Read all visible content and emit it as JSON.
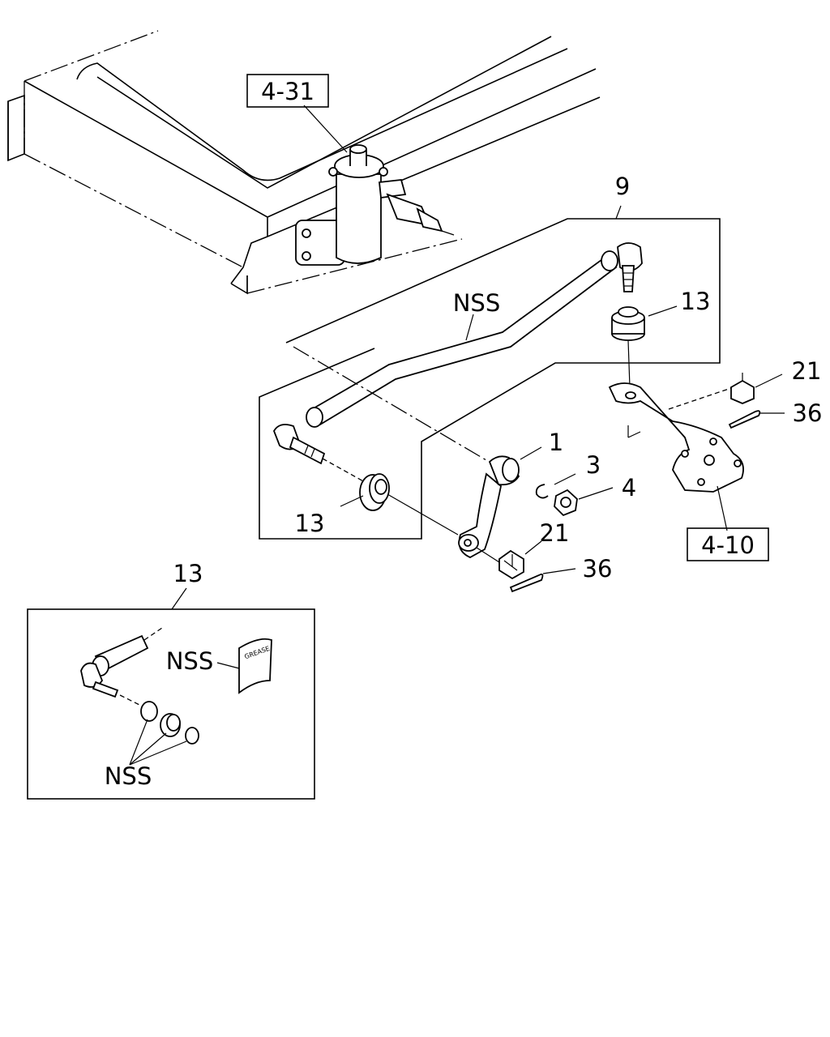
{
  "callouts": {
    "ref_4_31": "4-31",
    "ref_4_10": "4-10",
    "c9": "9",
    "nss_main": "NSS",
    "c13_top": "13",
    "c21_top": "21",
    "c36_top": "36",
    "c1": "1",
    "c3": "3",
    "c4": "4",
    "c13_left": "13",
    "c21_bottom": "21",
    "c36_bottom": "36"
  },
  "detail": {
    "title": "13",
    "nss_grease": "NSS",
    "nss_seals": "NSS",
    "grease_label": "GREASE"
  }
}
